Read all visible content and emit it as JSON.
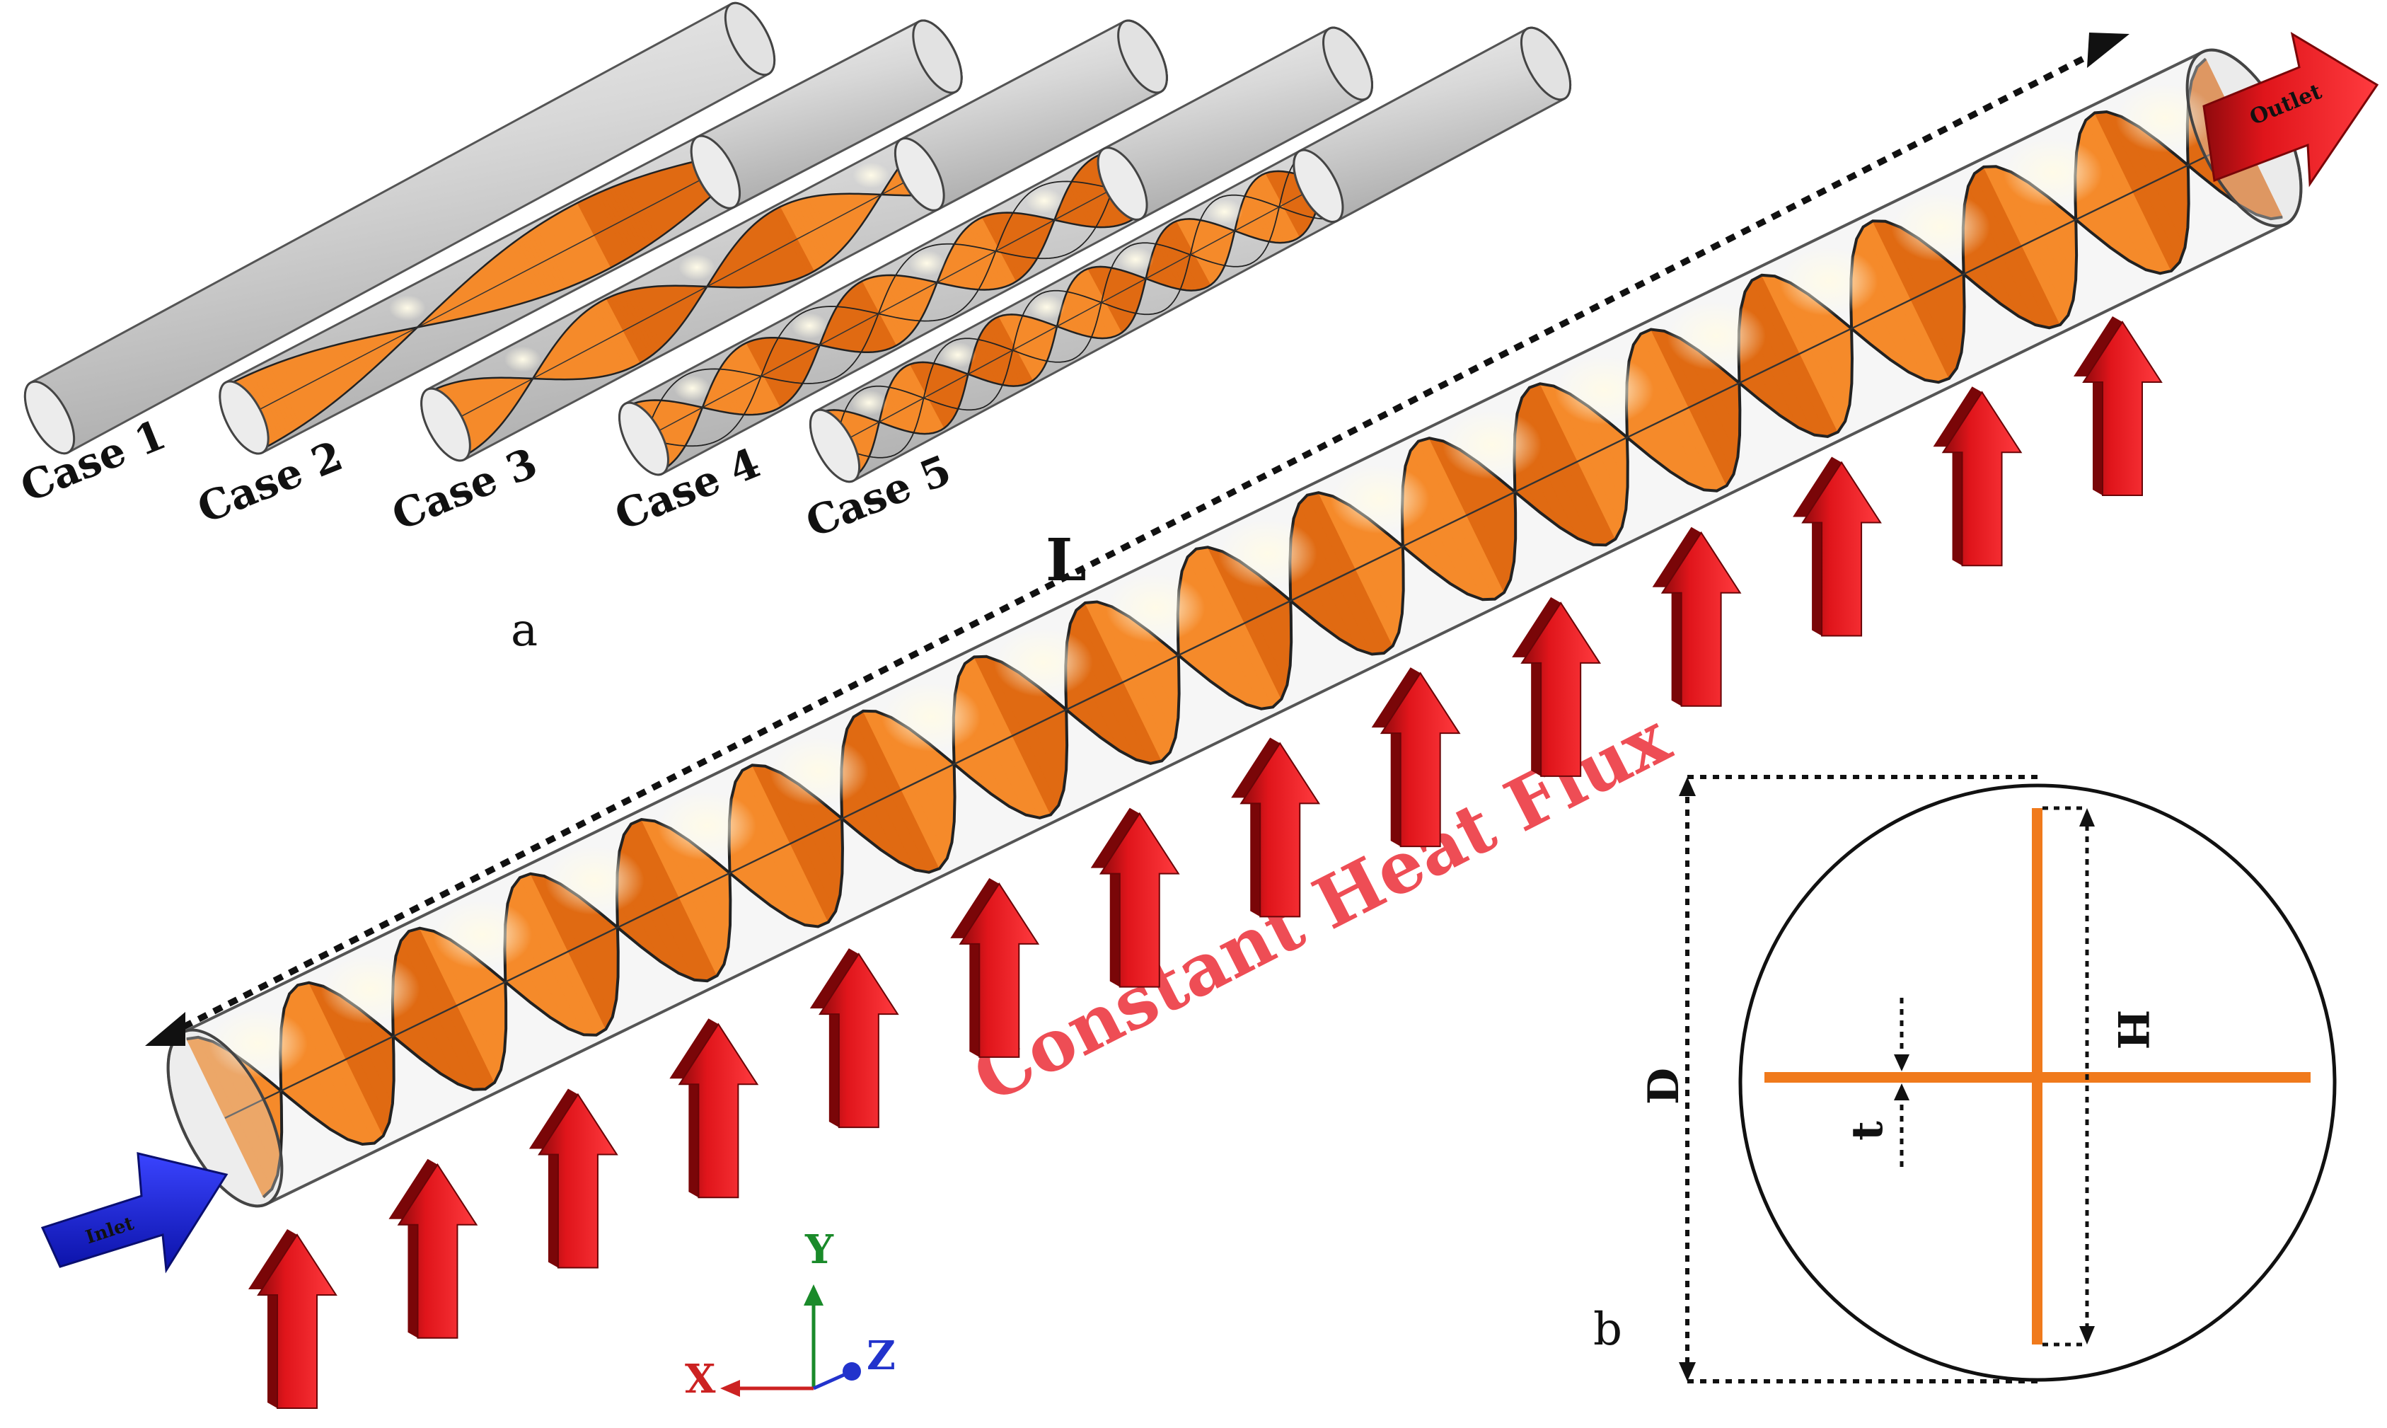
{
  "figure": {
    "panel_a": {
      "label": "a",
      "cases": [
        {
          "label": "Case 1",
          "twists": 0
        },
        {
          "label": "Case 2",
          "twists": 1
        },
        {
          "label": "Case 3",
          "twists": 2
        },
        {
          "label": "Case 4",
          "twists": 3
        },
        {
          "label": "Case 5",
          "twists": 4
        }
      ]
    },
    "main_tube": {
      "length_label": "L",
      "heat_flux_label": "Constant Heat Flux",
      "inlet_label": "Inlet",
      "outlet_label": "Outlet",
      "heat_flux_arrow_count": 14,
      "axes": {
        "x": "X",
        "y": "Y",
        "z": "Z"
      }
    },
    "panel_b": {
      "label": "b",
      "diameter_label": "D",
      "height_label": "H",
      "thickness_label": "t"
    },
    "colors": {
      "tape": "#f07a1c",
      "tape_dark": "#c8560b",
      "tube": "#d9d9d9",
      "heat_arrow": "#e0151b",
      "inlet_arrow": "#1a24d6",
      "outlet_arrow": "#e8262e",
      "heat_text": "#ee4d55",
      "axis_x": "#cc2222",
      "axis_y": "#1a8a2a",
      "axis_z": "#2233cc"
    }
  }
}
